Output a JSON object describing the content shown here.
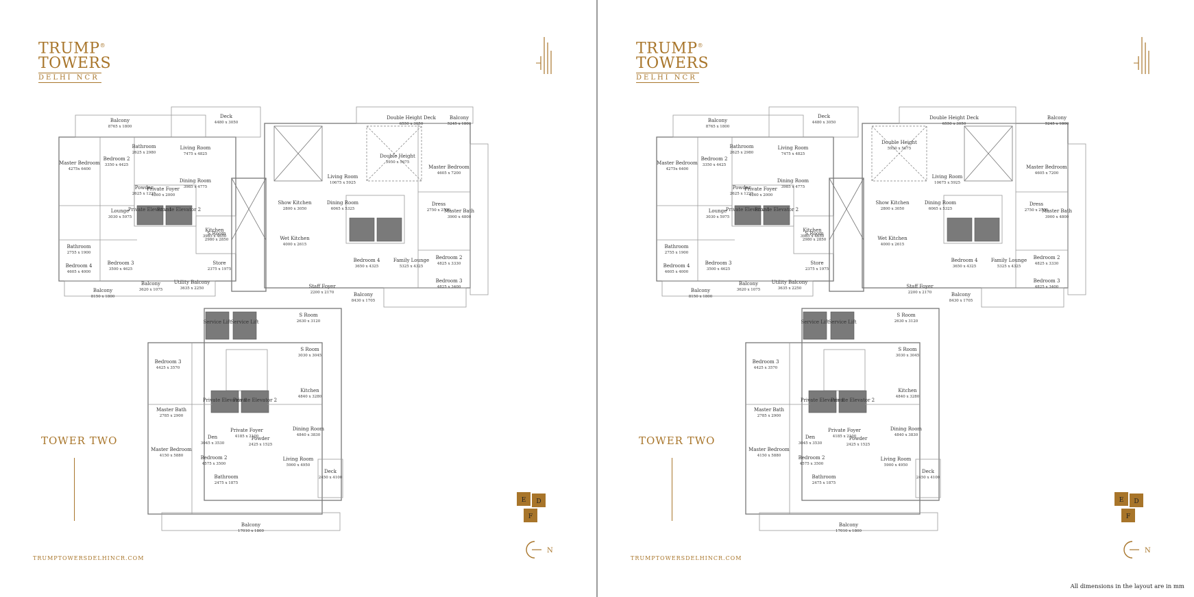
{
  "pages": [
    {
      "logo": {
        "line1": "TRUMP",
        "reg": "®",
        "line2": "TOWERS",
        "line3": "DELHI NCR"
      },
      "tower_name": "TOWER TWO",
      "site_url": "TRUMPTOWERSDELHINCR.COM",
      "north_label": "N",
      "key_labels": [
        "E",
        "D",
        "F"
      ]
    },
    {
      "logo": {
        "line1": "TRUMP",
        "reg": "®",
        "line2": "TOWERS",
        "line3": "DELHI NCR"
      },
      "tower_name": "TOWER TWO",
      "site_url": "TRUMPTOWERSDELHINCR.COM",
      "north_label": "N",
      "key_labels": [
        "E",
        "D",
        "F"
      ],
      "note": "All dimensions in the layout are in mm"
    }
  ],
  "colors": {
    "brand_gold": "#a8752a",
    "core_grey": "#7a7a7a",
    "key_tile": "#a8752a"
  },
  "rooms": [
    {
      "name": "Balcony",
      "dim": "8765 x 1800"
    },
    {
      "name": "Deck",
      "dim": "4480 x 3050"
    },
    {
      "name": "Master Bedroom",
      "dim": "4275x 6400"
    },
    {
      "name": "Bedroom 2",
      "dim": "3350 x 4425"
    },
    {
      "name": "Bathroom",
      "dim": "2625 x 2980"
    },
    {
      "name": "Living Room",
      "dim": "7475 x 4825"
    },
    {
      "name": "Dining Room",
      "dim": "3985 x 4775"
    },
    {
      "name": "Powder",
      "dim": "2625 x 1225"
    },
    {
      "name": "Lounge",
      "dim": "3030 x 5975"
    },
    {
      "name": "Private Foyer",
      "dim": "4260 x 2000"
    },
    {
      "name": "Private Elevator 1",
      "dim": ""
    },
    {
      "name": "Private Elevator 2",
      "dim": ""
    },
    {
      "name": "Bathroom",
      "dim": "2755 x 1900"
    },
    {
      "name": "Kitchen",
      "dim": "3985 x 4650"
    },
    {
      "name": "S Room",
      "dim": "2980 x 2850"
    },
    {
      "name": "Bedroom 4",
      "dim": "4605 x 4000"
    },
    {
      "name": "Bedroom 3",
      "dim": "3500 x 4625"
    },
    {
      "name": "Store",
      "dim": "2375 x 1975"
    },
    {
      "name": "Balcony",
      "dim": "3620 x 1075"
    },
    {
      "name": "Utility Balcony",
      "dim": "3635 x 2250"
    },
    {
      "name": "Balcony",
      "dim": "8150 x 1800"
    },
    {
      "name": "Double Height Deck",
      "dim": "6550 x 3050"
    },
    {
      "name": "Balcony",
      "dim": "5245 x 1800"
    },
    {
      "name": "Double Height",
      "dim": "5950 x 5675"
    },
    {
      "name": "Living Room",
      "dim": "10675 x 5925"
    },
    {
      "name": "Master Bedroom",
      "dim": "4605 x 7200"
    },
    {
      "name": "Show Kitchen",
      "dim": "2800 x 3050"
    },
    {
      "name": "Dining Room",
      "dim": "6065 x 5325"
    },
    {
      "name": "Dress",
      "dim": "2750 x 2550"
    },
    {
      "name": "Master Bath",
      "dim": "3900 x 4800"
    },
    {
      "name": "Wet Kitchen",
      "dim": "4000 x 2615"
    },
    {
      "name": "Bedroom 4",
      "dim": "3650 x 4325"
    },
    {
      "name": "Family Lounge",
      "dim": "5325 x 4325"
    },
    {
      "name": "Bedroom 2",
      "dim": "4825 x 3330"
    },
    {
      "name": "Bedroom 3",
      "dim": "4825 x 3400"
    },
    {
      "name": "Staff Foyer",
      "dim": "2200 x 2170"
    },
    {
      "name": "Balcony",
      "dim": "8430 x 1705"
    },
    {
      "name": "S Room",
      "dim": "2630 x 3120"
    },
    {
      "name": "Service Lift",
      "dim": ""
    },
    {
      "name": "Service Lift",
      "dim": ""
    },
    {
      "name": "S Room",
      "dim": "3030 x 3045"
    },
    {
      "name": "Bedroom 3",
      "dim": "4425 x 3570"
    },
    {
      "name": "Kitchen",
      "dim": "4840 x 3280"
    },
    {
      "name": "Master Bath",
      "dim": "2785 x 2900"
    },
    {
      "name": "Private Elevator 1",
      "dim": ""
    },
    {
      "name": "Private Elevator 2",
      "dim": ""
    },
    {
      "name": "Private Foyer",
      "dim": "4185 x 2100"
    },
    {
      "name": "Dining Room",
      "dim": "4840 x 3830"
    },
    {
      "name": "Den",
      "dim": "3045 x 3530"
    },
    {
      "name": "Powder",
      "dim": "2425 x 1525"
    },
    {
      "name": "Master Bedroom",
      "dim": "4150 x 5880"
    },
    {
      "name": "Bedroom 2",
      "dim": "4575 x 3500"
    },
    {
      "name": "Living Room",
      "dim": "5900 x 4950"
    },
    {
      "name": "Bathroom",
      "dim": "2475 x 1875"
    },
    {
      "name": "Deck",
      "dim": "2450 x 4100"
    },
    {
      "name": "Balcony",
      "dim": "17010 x 1800"
    }
  ]
}
